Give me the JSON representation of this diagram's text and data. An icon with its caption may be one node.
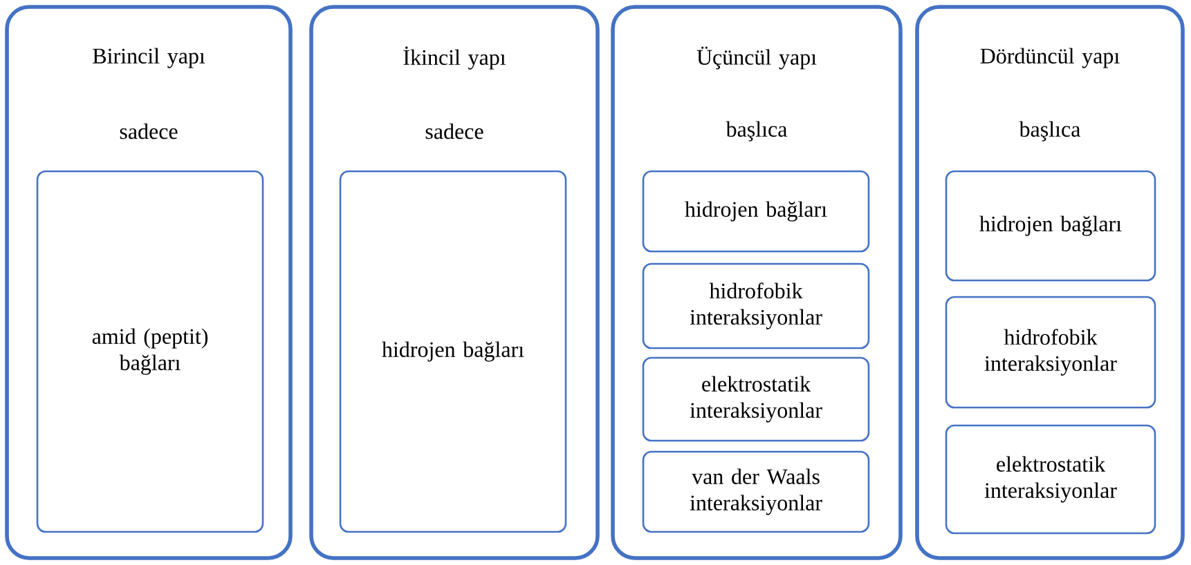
{
  "diagram": {
    "nodes": [
      {
        "text": [
          "Birincil yapı",
          "sadece"
        ]
      },
      {
        "text": [
          "amid (peptit) bağları"
        ],
        "in": 0
      },
      {
        "text": [
          "İkincil yapı",
          "sadece"
        ]
      },
      {
        "text": [
          "hidrojen bağları"
        ],
        "in": 2
      },
      {
        "text": [
          "Üçüncül yapı",
          "başlıca"
        ]
      },
      {
        "text": [
          "hidrojen bağları"
        ],
        "in": 4
      },
      {
        "text": [
          "hidrofobik interaksiyonlar"
        ],
        "in": 4
      },
      {
        "text": [
          "elektrostatik interaksiyonlar"
        ],
        "in": 4
      },
      {
        "text": [
          "van der Waals interaksiyonlar"
        ],
        "in": 4
      },
      {
        "text": [
          "Dördüncül yapı",
          "başlıca"
        ]
      },
      {
        "text": [
          "hidrojen bağları"
        ],
        "in": 9
      },
      {
        "text": [
          "hidrofobik interaksiyonlar"
        ],
        "in": 9
      },
      {
        "text": [
          "elektrostatik interaksiyonlar"
        ],
        "in": 9
      }
    ]
  }
}
